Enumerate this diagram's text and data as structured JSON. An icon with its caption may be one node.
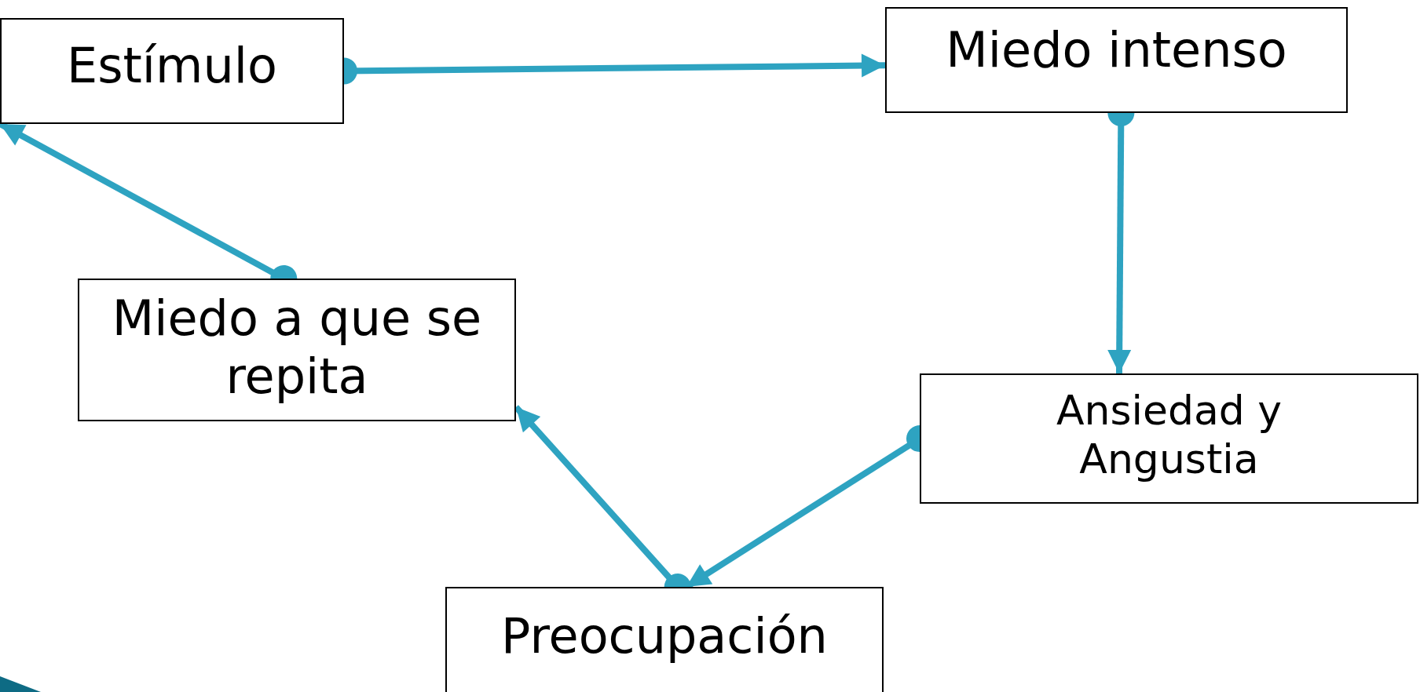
{
  "diagram": {
    "nodes": [
      {
        "text": [
          "Estímulo"
        ]
      },
      {
        "text": [
          "Miedo intenso"
        ]
      },
      {
        "text": [
          "Miedo a que se repita"
        ]
      },
      {
        "text": [
          "Ansiedad y Angustia"
        ]
      },
      {
        "text": [
          "Preocupación"
        ]
      }
    ],
    "edges": [
      {
        "from": 0,
        "to": 1,
        "arrow": "to",
        "color": "#2ea3c1"
      },
      {
        "from": 1,
        "to": 3,
        "arrow": "to",
        "color": "#2ea3c1"
      },
      {
        "from": 3,
        "to": 4,
        "arrow": "to",
        "color": "#2ea3c1"
      },
      {
        "from": 4,
        "to": 2,
        "arrow": "to",
        "color": "#2ea3c1"
      },
      {
        "from": 2,
        "to": 0,
        "arrow": "to",
        "color": "#2ea3c1"
      }
    ]
  }
}
